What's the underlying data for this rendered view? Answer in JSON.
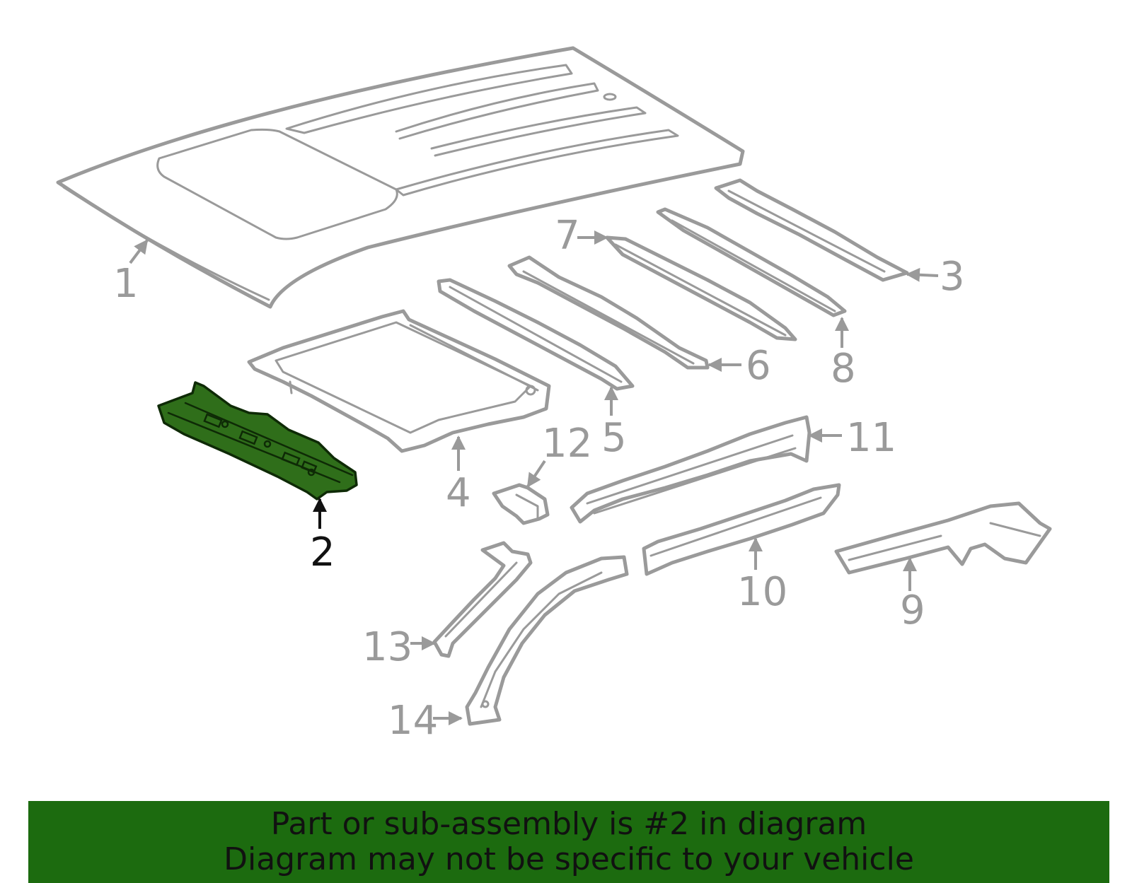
{
  "diagram": {
    "highlight_color": "#2f6e1a",
    "line_color": "#9a9a9a",
    "highlighted_part": "2",
    "callouts": [
      "1",
      "2",
      "3",
      "4",
      "5",
      "6",
      "7",
      "8",
      "9",
      "10",
      "11",
      "12",
      "13",
      "14"
    ]
  },
  "banner": {
    "color": "#1c6b0f",
    "line1": "Part or sub-assembly is #2 in diagram",
    "line2": "Diagram may not be specific to your vehicle"
  }
}
